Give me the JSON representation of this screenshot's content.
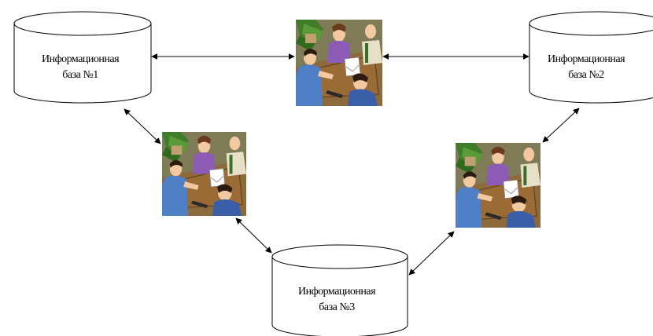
{
  "databases": [
    {
      "id": "db1",
      "line1": "Информационная",
      "line2": "база №1"
    },
    {
      "id": "db2",
      "line1": "Информационная",
      "line2": "база №2"
    },
    {
      "id": "db3",
      "line1": "Информационная",
      "line2": "база №3"
    }
  ],
  "meeting_images": [
    {
      "id": "meeting-top",
      "icon": "business-meeting-icon"
    },
    {
      "id": "meeting-left",
      "icon": "business-meeting-icon"
    },
    {
      "id": "meeting-right",
      "icon": "business-meeting-icon"
    }
  ],
  "colors": {
    "line": "#000000",
    "background": "#ffffff",
    "clipart_bg": "#7e7a56",
    "table": "#8a5a30",
    "skin": "#f2c9a0",
    "shirt_blue": "#4f7fc4",
    "shirt_purple": "#8c5bb6",
    "plant": "#3f7d2a"
  }
}
